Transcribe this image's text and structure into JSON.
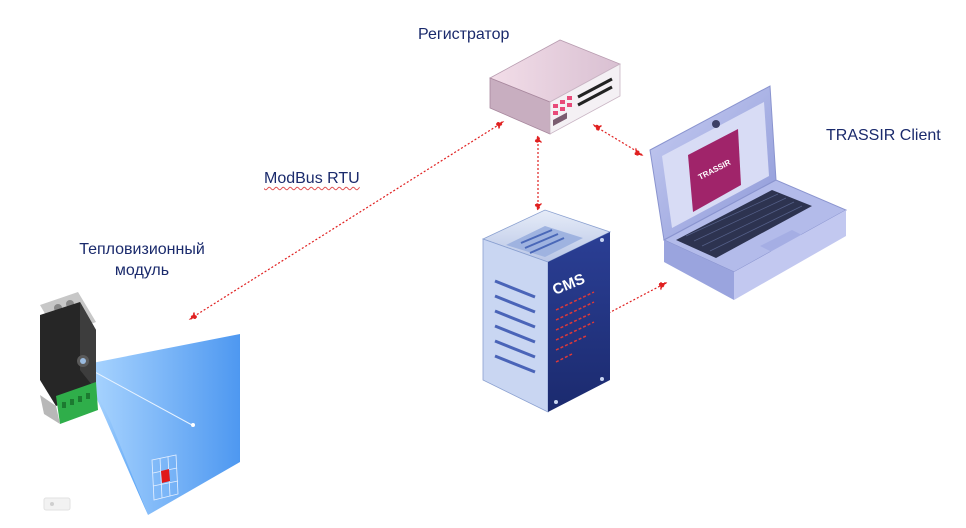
{
  "labels": {
    "registrar": "Регистратор",
    "client": "TRASSIR Client",
    "modbus": "ModBus RTU",
    "thermal_line1": "Тепловизионный",
    "thermal_line2": "модуль"
  },
  "devices": {
    "server_label": "CMS",
    "laptop_screen_brand": "TRASSIR"
  },
  "colors": {
    "label": "#1a2a6c",
    "link": "#e02020",
    "server_body": "#2a3f8f",
    "laptop_body": "#a9b3e6",
    "fov_cone": "#3a8ef0",
    "target_pixel": "#e01818",
    "terminal_block": "#2fae4a",
    "trassir_screen": "#a0246a"
  }
}
